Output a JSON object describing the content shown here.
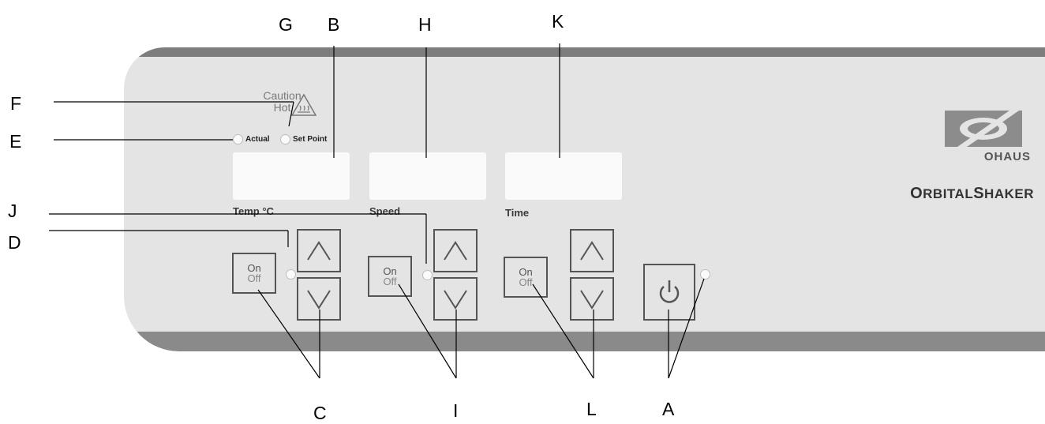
{
  "callouts": {
    "A": "A",
    "B": "B",
    "C": "C",
    "D": "D",
    "E": "E",
    "F": "F",
    "G": "G",
    "H": "H",
    "I": "I",
    "J": "J",
    "K": "K",
    "L": "L"
  },
  "panel": {
    "caution_line1": "Caution",
    "caution_line2": "Hot",
    "indicator_actual": "Actual",
    "indicator_setpoint": "Set Point",
    "label_temp": "Temp °C",
    "label_speed": "Speed",
    "label_time": "Time",
    "on_label": "On",
    "off_label": "Off",
    "brand": "OHAUS",
    "product_first": "O",
    "product_rest1": "RBITAL",
    "product_second": "S",
    "product_rest2": "HAKER"
  },
  "colors": {
    "panel": "#e4e4e4",
    "band": "#7d7d7d",
    "display": "#fafafa"
  },
  "icons": {
    "up": "chevron-up-icon",
    "down": "chevron-down-icon",
    "power": "power-icon",
    "hot": "hot-surface-warning-icon",
    "logo": "ohaus-logo-icon"
  }
}
